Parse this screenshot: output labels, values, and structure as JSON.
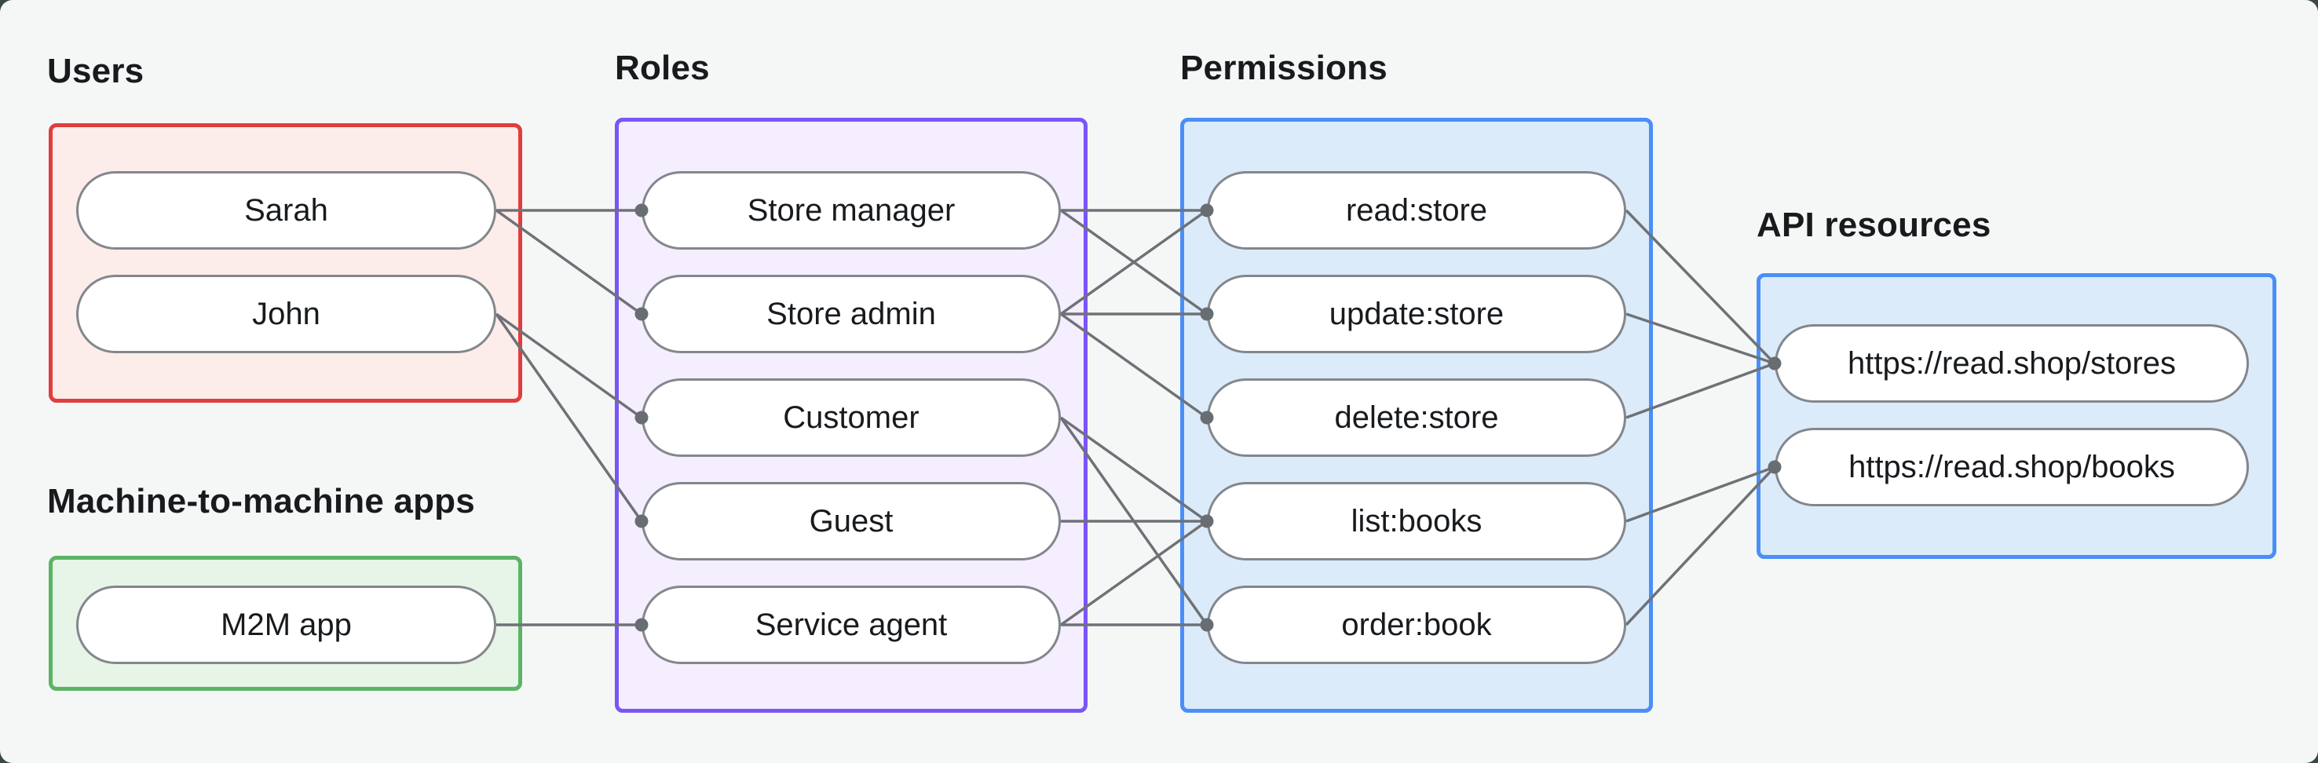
{
  "diagram": {
    "groups": [
      {
        "id": "users",
        "title": "Users",
        "accent": "red",
        "nodes": [
          {
            "id": "sarah",
            "label": "Sarah"
          },
          {
            "id": "john",
            "label": "John"
          }
        ]
      },
      {
        "id": "m2m",
        "title": "Machine-to-machine apps",
        "accent": "green",
        "nodes": [
          {
            "id": "m2m-app",
            "label": "M2M app"
          }
        ]
      },
      {
        "id": "roles",
        "title": "Roles",
        "accent": "purple",
        "nodes": [
          {
            "id": "store-manager",
            "label": "Store manager"
          },
          {
            "id": "store-admin",
            "label": "Store admin"
          },
          {
            "id": "customer",
            "label": "Customer"
          },
          {
            "id": "guest",
            "label": "Guest"
          },
          {
            "id": "service-agent",
            "label": "Service agent"
          }
        ]
      },
      {
        "id": "permissions",
        "title": "Permissions",
        "accent": "blue",
        "nodes": [
          {
            "id": "read-store",
            "label": "read:store"
          },
          {
            "id": "update-store",
            "label": "update:store"
          },
          {
            "id": "delete-store",
            "label": "delete:store"
          },
          {
            "id": "list-books",
            "label": "list:books"
          },
          {
            "id": "order-book",
            "label": "order:book"
          }
        ]
      },
      {
        "id": "api-resources",
        "title": "API resources",
        "accent": "blue",
        "nodes": [
          {
            "id": "stores-api",
            "label": "https://read.shop/stores"
          },
          {
            "id": "books-api",
            "label": "https://read.shop/books"
          }
        ]
      }
    ],
    "connections": [
      [
        "sarah",
        "store-manager"
      ],
      [
        "sarah",
        "store-admin"
      ],
      [
        "john",
        "customer"
      ],
      [
        "john",
        "guest"
      ],
      [
        "m2m-app",
        "service-agent"
      ],
      [
        "store-manager",
        "read-store"
      ],
      [
        "store-manager",
        "update-store"
      ],
      [
        "store-admin",
        "read-store"
      ],
      [
        "store-admin",
        "update-store"
      ],
      [
        "store-admin",
        "delete-store"
      ],
      [
        "customer",
        "list-books"
      ],
      [
        "customer",
        "order-book"
      ],
      [
        "guest",
        "list-books"
      ],
      [
        "service-agent",
        "list-books"
      ],
      [
        "service-agent",
        "order-book"
      ],
      [
        "read-store",
        "stores-api"
      ],
      [
        "update-store",
        "stores-api"
      ],
      [
        "delete-store",
        "stores-api"
      ],
      [
        "list-books",
        "books-api"
      ],
      [
        "order-book",
        "books-api"
      ]
    ],
    "colors": {
      "canvas_bg": "#f5f7f6",
      "outside_bg": "#3a4a3e",
      "red_border": "#e03e3e",
      "red_fill": "#fcecea",
      "green_border": "#5bb465",
      "green_fill": "#e7f4e8",
      "purple_border": "#7a55f7",
      "purple_fill": "#f4eefe",
      "blue_border": "#4a8ff8",
      "blue_fill": "#dcebfa",
      "edge_line": "#6e7277",
      "edge_dot": "#686d72",
      "node_border": "#83878c",
      "text": "#181b1e"
    }
  }
}
